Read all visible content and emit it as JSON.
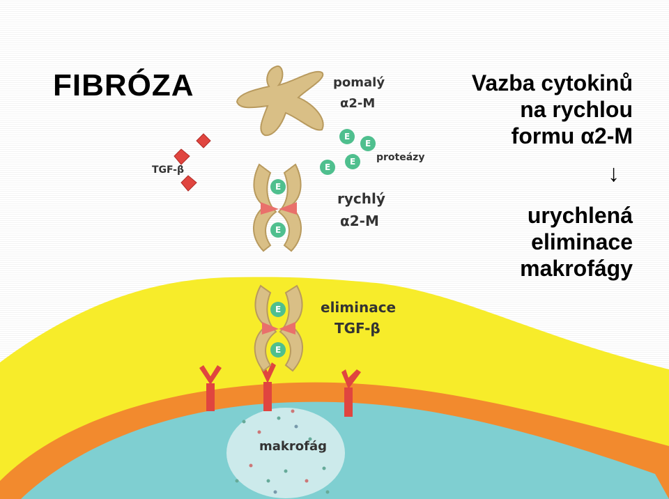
{
  "title": "FIBRÓZA",
  "right_text": {
    "lines_top": [
      "Vazba cytokinů",
      "na rychlou",
      "formu α2-M"
    ],
    "arrow": "↓",
    "lines_bottom": [
      "urychlená",
      "eliminace",
      "makrofágy"
    ]
  },
  "labels": {
    "tgf": "TGF-β",
    "pomaly_1": "pomalý",
    "pomaly_2": "α2-M",
    "proteazy": "proteázy",
    "rychly_1": "rychlý",
    "rychly_2": "α2-M",
    "eliminace_1": "eliminace",
    "eliminace_2": "TGF-β",
    "makrofag": "makrofág",
    "protease_letter": "E"
  },
  "colors": {
    "yellow": "#f7ec2a",
    "orange": "#f28a2e",
    "cyan": "#7fcfd1",
    "tan": "#d9bf86",
    "receptor": "#e0453f",
    "protease": "#4fbf8e"
  }
}
